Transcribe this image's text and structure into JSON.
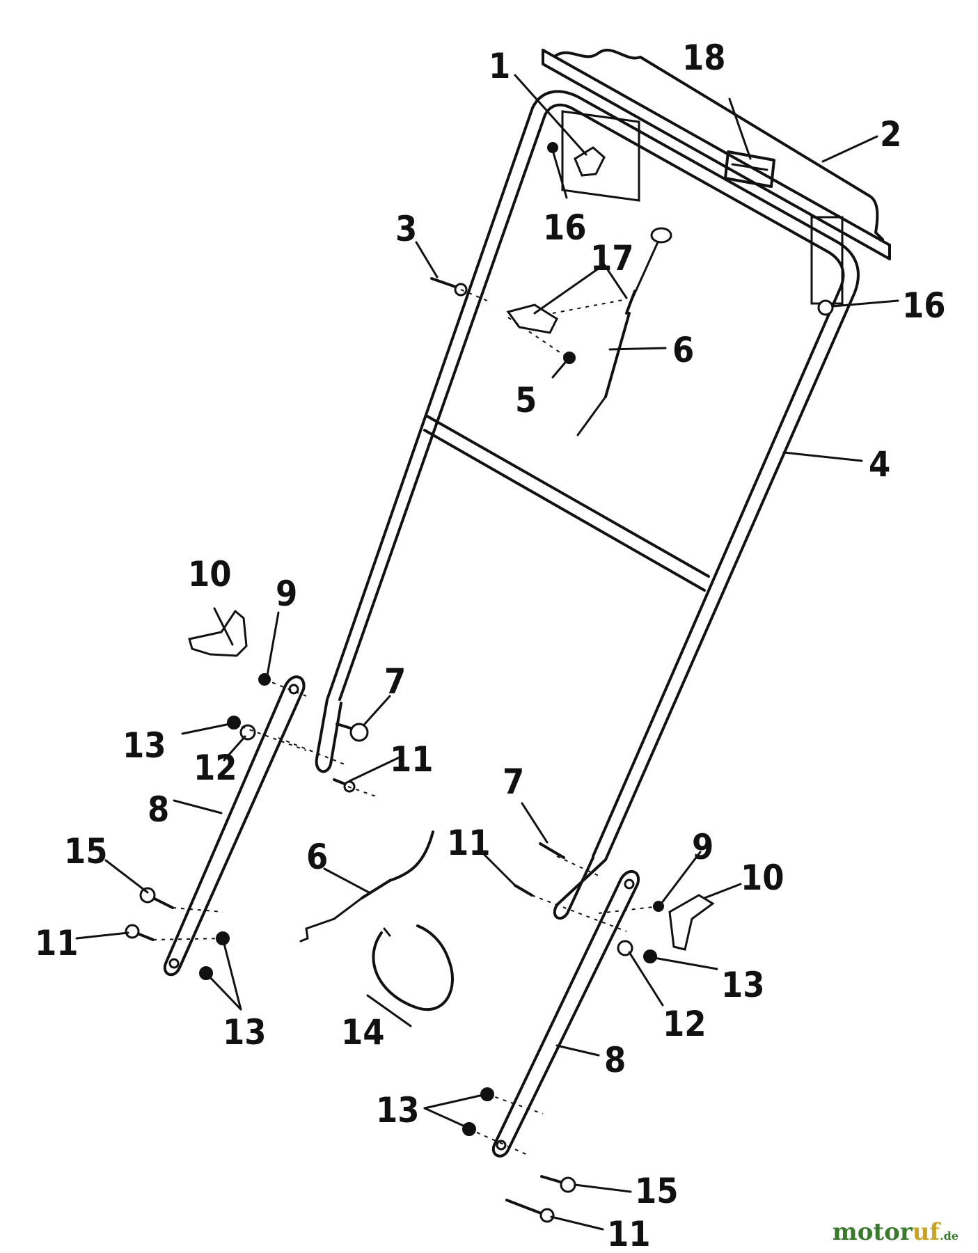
{
  "diagram": {
    "callouts": {
      "c1": "1",
      "c2": "2",
      "c3": "3",
      "c4": "4",
      "c5": "5",
      "c6a": "6",
      "c6b": "6",
      "c7a": "7",
      "c7b": "7",
      "c8a": "8",
      "c8b": "8",
      "c9a": "9",
      "c9b": "9",
      "c10a": "10",
      "c10b": "10",
      "c11a": "11",
      "c11b": "11",
      "c11c": "11",
      "c11d": "11",
      "c12a": "12",
      "c12b": "12",
      "c13a": "13",
      "c13b": "13",
      "c13c": "13",
      "c13d": "13",
      "c14": "14",
      "c15a": "15",
      "c15b": "15",
      "c16a": "16",
      "c16b": "16",
      "c17": "17",
      "c18": "18"
    }
  },
  "watermark": {
    "brand_main": "motor",
    "brand_accent": "uf",
    "tld": ".de",
    "colors": {
      "main": "#3a7a2c",
      "accent": "#c9a227"
    }
  }
}
